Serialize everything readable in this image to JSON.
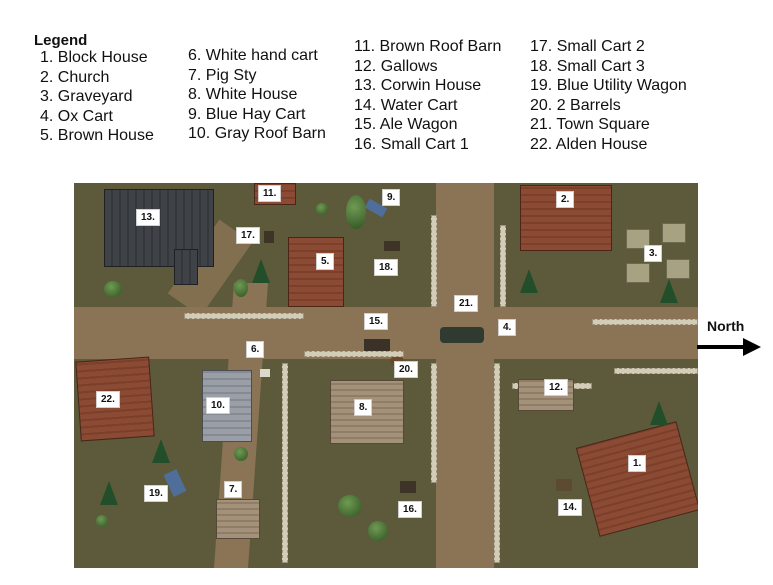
{
  "legend": {
    "title": "Legend",
    "col1": [
      "1. Block House",
      "2. Church",
      "3. Graveyard",
      "4. Ox Cart",
      "5. Brown House"
    ],
    "col2": [
      "6. White hand cart",
      "7. Pig Sty",
      "8. White House",
      "9. Blue Hay Cart",
      "10. Gray Roof Barn"
    ],
    "col3": [
      "11. Brown Roof Barn",
      "12. Gallows",
      "13. Corwin House",
      "14. Water Cart",
      "15. Ale Wagon",
      "16. Small Cart 1"
    ],
    "col4": [
      "17. Small Cart 2",
      "18. Small Cart 3",
      "19. Blue Utility Wagon",
      "20. 2 Barrels",
      "21. Town Square",
      "22. Alden House"
    ]
  },
  "map": {
    "labels": [
      "1.",
      "2.",
      "3.",
      "4.",
      "5.",
      "6.",
      "7.",
      "8.",
      "9.",
      "10.",
      "11.",
      "12.",
      "13.",
      "14.",
      "15.",
      "16.",
      "17.",
      "18.",
      "19.",
      "20.",
      "21.",
      "22."
    ]
  },
  "compass": {
    "label": "North"
  }
}
